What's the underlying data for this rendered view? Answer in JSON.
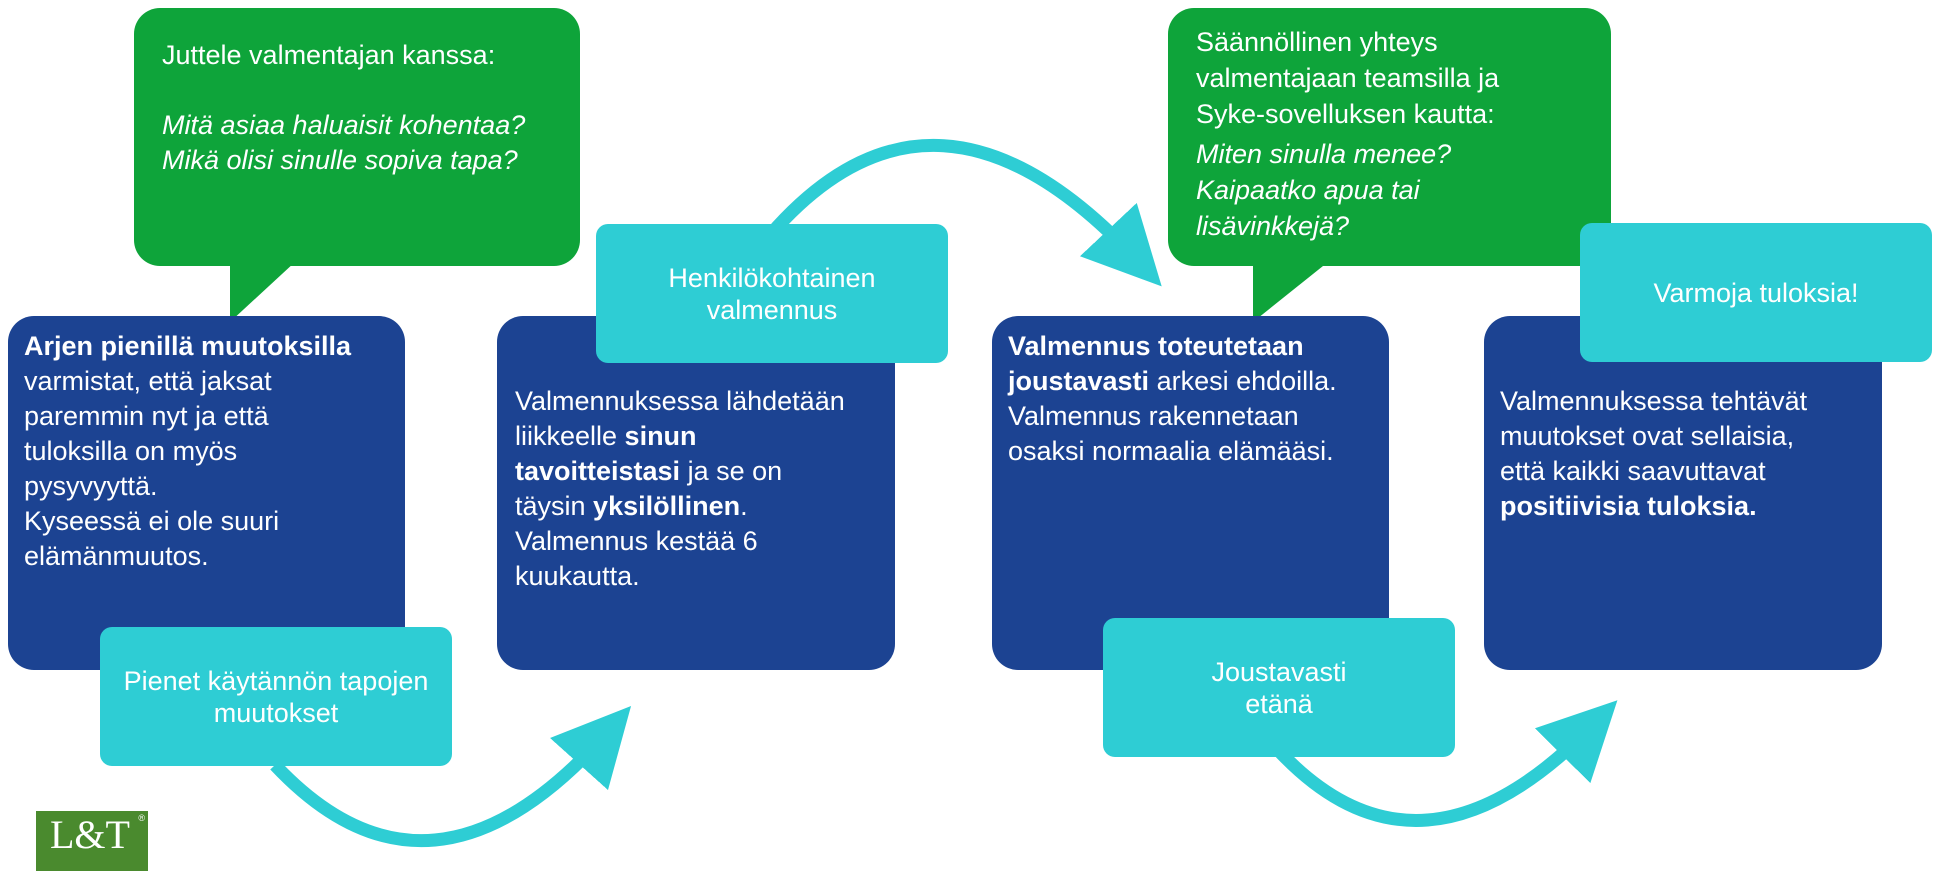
{
  "colors": {
    "box_blue": "#1c4392",
    "label_cyan": "#2ecdd4",
    "bubble_green": "#0ea43a",
    "arrow_cyan": "#2ecdd4"
  },
  "bubble1": {
    "heading": "Juttele valmentajan kanssa:",
    "q1": "Mitä asiaa haluaisit kohentaa?",
    "q2": "Mikä olisi sinulle sopiva tapa?"
  },
  "bubble2": {
    "l1": "Säännöllinen yhteys",
    "l2": "valmentajaan teamsilla ja",
    "l3": "Syke-sovelluksen kautta:",
    "q1": "Miten sinulla menee?",
    "q2": "Kaipaatko apua tai",
    "q3": "lisävinkkejä?"
  },
  "box1": {
    "l1_bold": "Arjen pienillä muutoksilla",
    "l2": "varmistat, että jaksat",
    "l3": "paremmin nyt ja että",
    "l4": "tuloksilla on myös",
    "l5": "pysyvyyttä.",
    "l6": "Kyseessä ei ole suuri",
    "l7": "elämänmuutos.",
    "label_l1": "Pienet käytännön tapojen",
    "label_l2": "muutokset"
  },
  "box2": {
    "l1": "Valmennuksessa lähdetään",
    "l2a": "liikkeelle ",
    "l2b_bold": "sinun",
    "l3a_bold": "tavoitteistasi",
    "l3b": " ja se on",
    "l4a": "täysin ",
    "l4b_bold": "yksilöllinen",
    "l4c": ".",
    "l5": "Valmennus kestää 6",
    "l6": "kuukautta.",
    "label_l1": "Henkilökohtainen",
    "label_l2": "valmennus"
  },
  "box3": {
    "l1_bold": "Valmennus toteutetaan",
    "l2a_bold": "joustavasti",
    "l2b": " arkesi ehdoilla.",
    "l3": "Valmennus rakennetaan",
    "l4": "osaksi normaalia elämääsi.",
    "label_l1": "Joustavasti",
    "label_l2": "etänä"
  },
  "box4": {
    "l1": "Valmennuksessa tehtävät",
    "l2": "muutokset ovat sellaisia,",
    "l3": "että kaikki saavuttavat",
    "l4_bold": "positiivisia tuloksia.",
    "label": "Varmoja tuloksia!"
  },
  "logo": {
    "text": "L&T",
    "mark": "®"
  }
}
